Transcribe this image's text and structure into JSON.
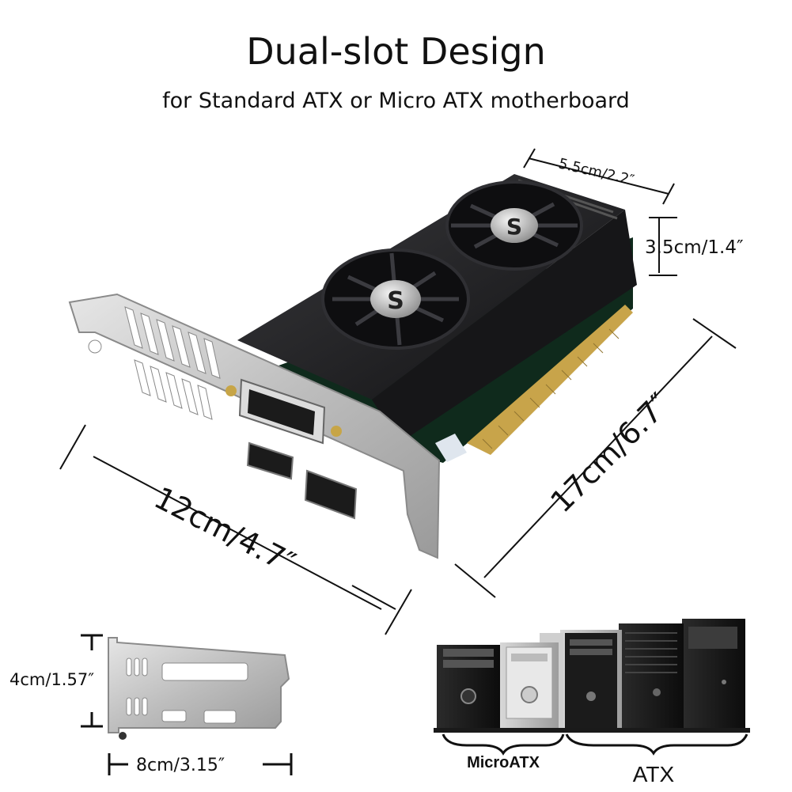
{
  "header": {
    "title": "Dual-slot Design",
    "subtitle": "for Standard ATX or Micro ATX motherboard"
  },
  "card": {
    "fan_logo": "S",
    "colors": {
      "shroud": "#1c1c1e",
      "bracket": "#c9c9c9",
      "pcb": "#0f2a1c",
      "gold": "#c8a44a"
    }
  },
  "dimensions": {
    "width_top": "5.5cm/2.2″",
    "height_side": "3.5cm/1.4″",
    "length": "17cm/6.7″",
    "depth": "12cm/4.7″",
    "lp_height": "4cm/1.57″",
    "lp_width": "8cm/3.15″"
  },
  "cases": {
    "micro_label": "MicroATX",
    "atx_label": "ATX"
  }
}
